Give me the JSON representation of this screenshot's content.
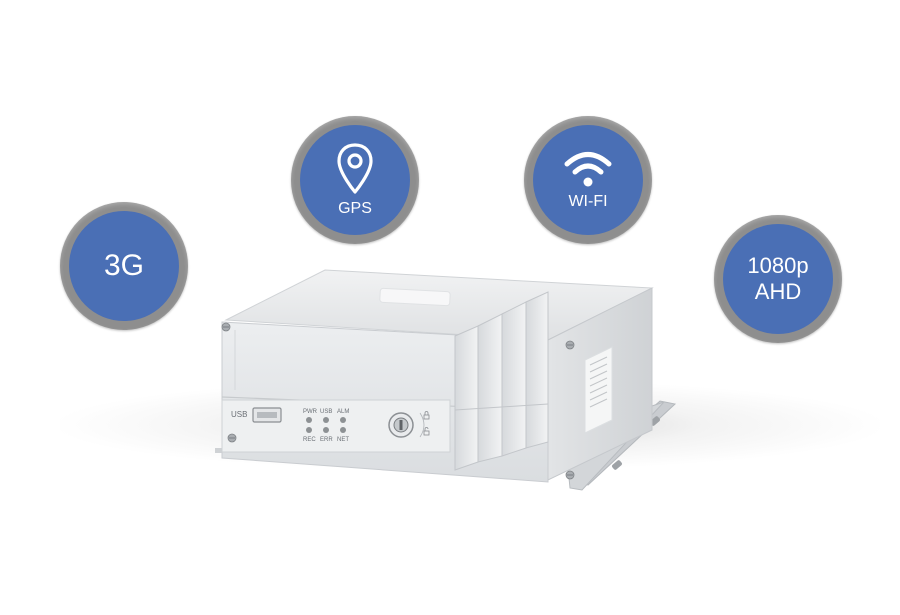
{
  "badges": {
    "network": {
      "label": "3G"
    },
    "gps": {
      "label": "GPS",
      "icon": "map-pin-icon"
    },
    "wifi": {
      "label": "WI-FI",
      "icon": "wifi-icon"
    },
    "video": {
      "line1": "1080p",
      "line2": "AHD"
    }
  },
  "colors": {
    "badge_fill": "#4a6fb5",
    "badge_ring": "#8e8e8e",
    "device_body": "#e6e8ea"
  },
  "device": {
    "usb_label": "USB",
    "leds_top": [
      "PWR",
      "USB",
      "ALM"
    ],
    "leds_bottom": [
      "REC",
      "ERR",
      "NET"
    ],
    "lock_icons": [
      "lock-icon",
      "unlock-icon"
    ]
  }
}
